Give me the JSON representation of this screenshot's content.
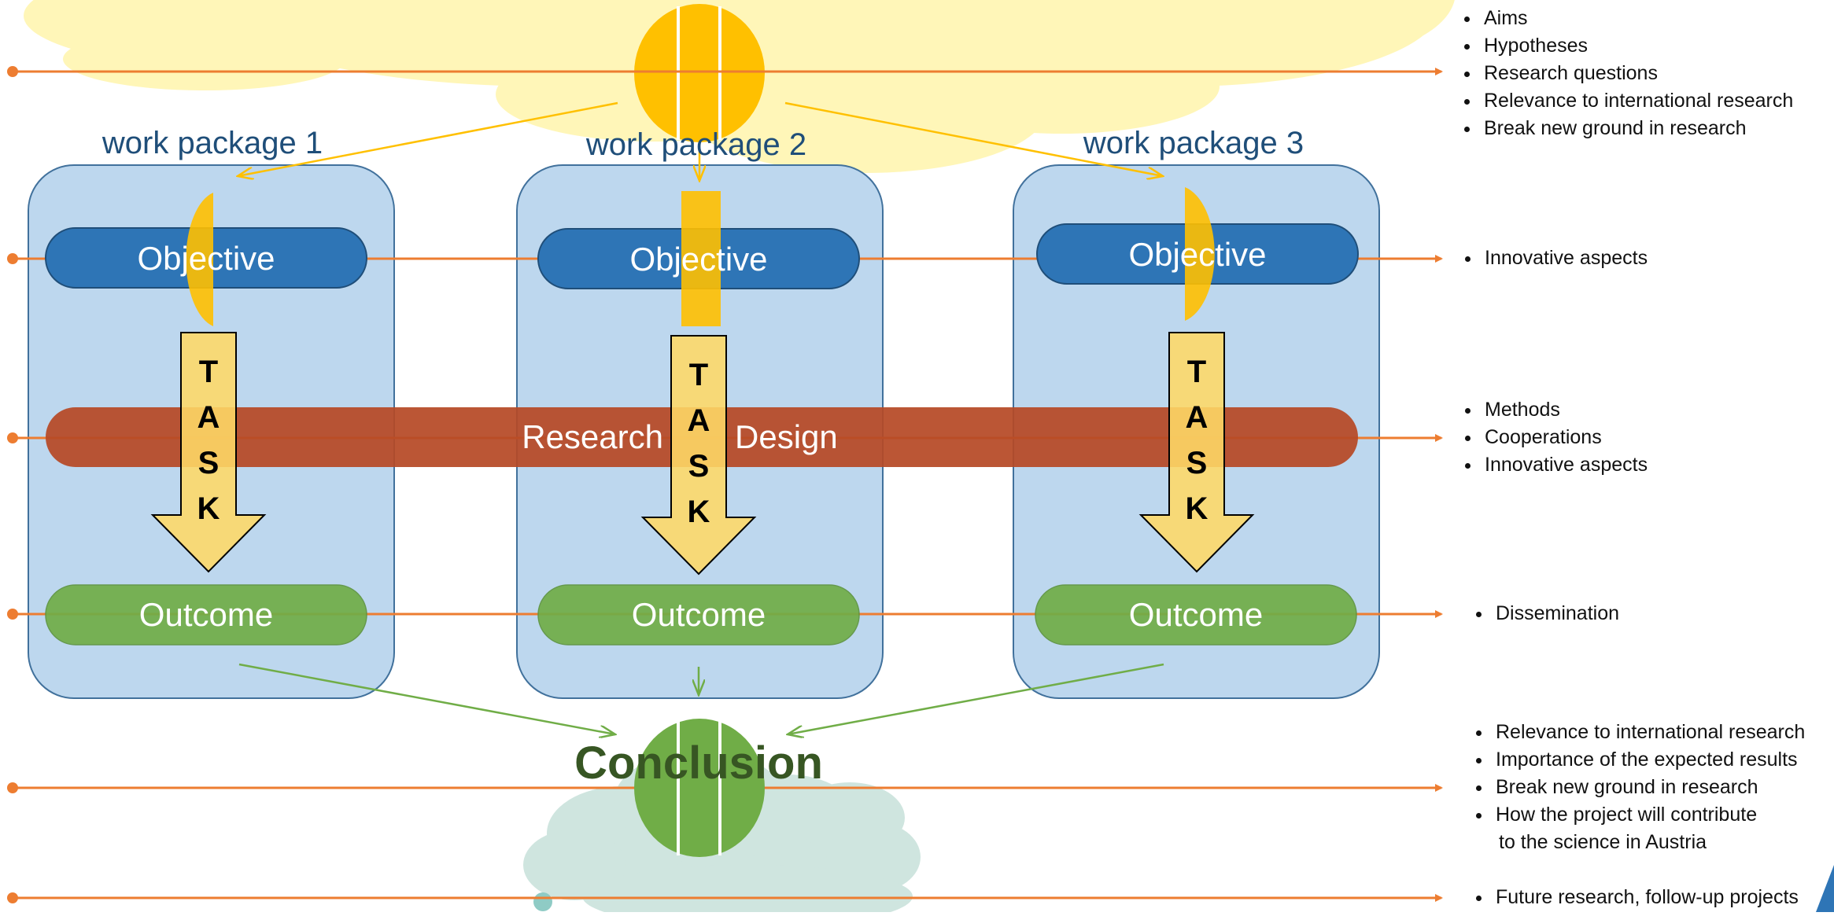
{
  "work_packages": [
    {
      "title": "work package 1",
      "objective": "Objective",
      "task": "TASK",
      "outcome": "Outcome"
    },
    {
      "title": "work package 2",
      "objective": "Objective",
      "task": "TASK",
      "outcome": "Outcome"
    },
    {
      "title": "work package 3",
      "objective": "Objective",
      "task": "TASK",
      "outcome": "Outcome"
    }
  ],
  "research_design": {
    "left": "Research",
    "right": "Design"
  },
  "conclusion": "Conclusion",
  "bullet_groups": {
    "aims": [
      "Aims",
      "Hypotheses",
      "Research questions",
      "Relevance to international research",
      "Break new ground in research"
    ],
    "objective": [
      "Innovative aspects"
    ],
    "research_design": [
      "Methods",
      "Cooperations",
      "Innovative aspects"
    ],
    "outcome": [
      "Dissemination"
    ],
    "conclusion": [
      "Relevance to international research",
      "Importance of the expected results",
      "Break new ground in research",
      "How the project will contribute",
      "to the science in Austria"
    ],
    "future": [
      "Future research, follow-up projects"
    ]
  },
  "colors": {
    "orange_line": "#ED7D31",
    "wp_box": "#BDD7EE",
    "objective_pill": "#2E75B6",
    "research_bar": "#B64926",
    "outcome_pill": "#70AD47",
    "task_arrow": "#FFD966",
    "sun": "#FFC000",
    "cloud_top": "#FFF6B8",
    "cloud_bottom": "#CFE5DF",
    "title_text": "#1F4E79",
    "conclusion_text": "#375623"
  }
}
